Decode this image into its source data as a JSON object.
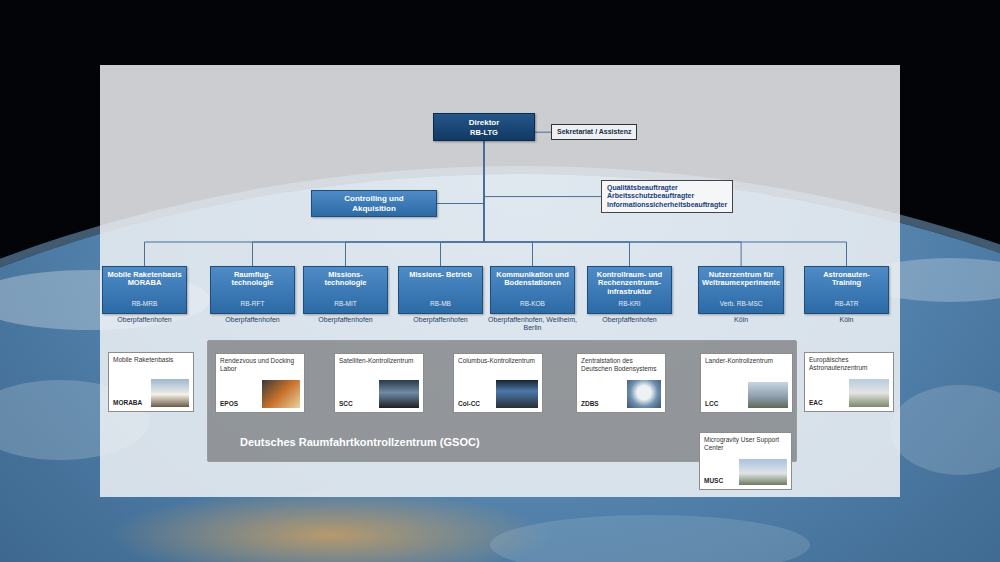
{
  "diagram": {
    "nodes": [
      {
        "text": [
          "Direktor",
          "RB-LTG"
        ]
      },
      {
        "text": [
          "Sekretariat / Assistenz"
        ]
      },
      {
        "text": [
          "Controlling und Akquisition"
        ]
      },
      {
        "text": [
          "Qualitätsbeauftragter Arbeitsschutzbeauftragter Informationssicherheitsbeauftragter"
        ]
      },
      {
        "text": [
          "Mobile Raketenbasis MORABA",
          "RB-MRB",
          "Oberpfaffenhofen"
        ]
      },
      {
        "text": [
          "Raumflug- technologie",
          "RB-RFT",
          "Oberpfaffenhofen"
        ]
      },
      {
        "text": [
          "Missions- technologie",
          "RB-MIT",
          "Oberpfaffenhofen"
        ]
      },
      {
        "text": [
          "Missions- Betrieb",
          "RB-MB",
          "Oberpfaffenhofen"
        ]
      },
      {
        "text": [
          "Kommunikation und Bodenstationen",
          "RB-KOB",
          "Oberpfaffenhofen, Weilheim, Berlin"
        ]
      },
      {
        "text": [
          "Kontrollraum- und Rechenzentrums- infrastruktur",
          "RB-KRI",
          "Oberpfaffenhofen"
        ]
      },
      {
        "text": [
          "Nutzerzentrum für Weltraumexperimente",
          "Verb. RB-MSC",
          "Köln"
        ]
      },
      {
        "text": [
          "Astronauten- Training",
          "RB-ATR",
          "Köln"
        ]
      },
      {
        "text": [
          "Mobile Raketenbasis",
          "MORABA"
        ]
      },
      {
        "text": [
          "Deutsches Raumfahrtkontrollzentrum (GSOC)"
        ]
      },
      {
        "text": [
          "Rendezvous und Docking Labor",
          "EPOS"
        ],
        "in": 13
      },
      {
        "text": [
          "Satelliten-Kontrollzentrum",
          "SCC"
        ],
        "in": 13
      },
      {
        "text": [
          "Columbus-Kontrollzentrum",
          "Col-CC"
        ],
        "in": 13
      },
      {
        "text": [
          "Zentralstation des Deutschen Bodensystems",
          "ZDBS"
        ],
        "in": 13
      },
      {
        "text": [
          "Lander-Kontrollzentrum",
          "LCC"
        ],
        "in": 13
      },
      {
        "text": [
          "Europäisches Astronautenzentrum",
          "EAC"
        ]
      },
      {
        "text": [
          "Microgravity User Support Center",
          "MUSC"
        ]
      }
    ],
    "edges": [
      {
        "from": 0,
        "to": 1,
        "arrow": "none"
      },
      {
        "from": 0,
        "to": 2,
        "arrow": "none"
      },
      {
        "from": 0,
        "to": 3,
        "arrow": "none"
      },
      {
        "from": 0,
        "to": 4,
        "arrow": "none"
      },
      {
        "from": 0,
        "to": 5,
        "arrow": "none"
      },
      {
        "from": 0,
        "to": 6,
        "arrow": "none"
      },
      {
        "from": 0,
        "to": 7,
        "arrow": "none"
      },
      {
        "from": 0,
        "to": 8,
        "arrow": "none"
      },
      {
        "from": 0,
        "to": 9,
        "arrow": "none"
      },
      {
        "from": 0,
        "to": 10,
        "arrow": "none"
      },
      {
        "from": 0,
        "to": 11,
        "arrow": "none"
      }
    ]
  }
}
